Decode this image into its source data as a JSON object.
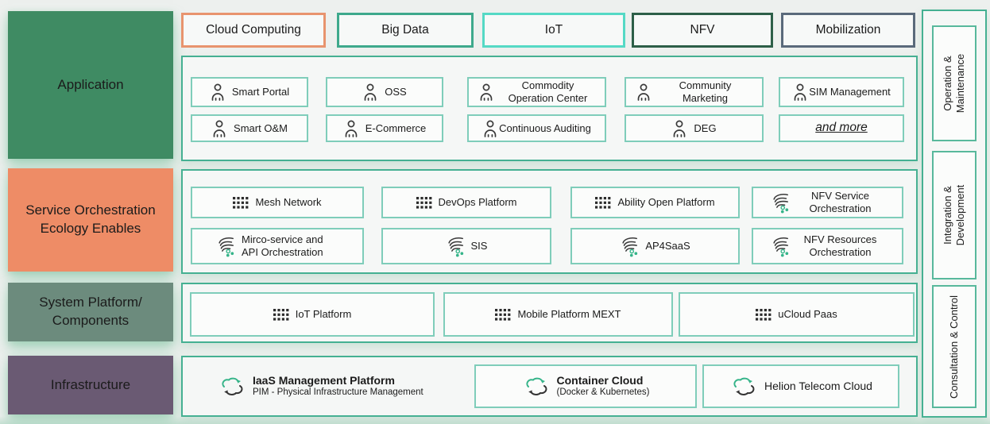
{
  "tags": [
    {
      "label": "Cloud Computing",
      "border_color": "#E8946E"
    },
    {
      "label": "Big Data",
      "border_color": "#3EA98C"
    },
    {
      "label": "IoT",
      "border_color": "#55D9C5"
    },
    {
      "label": "NFV",
      "border_color": "#2D5F48"
    },
    {
      "label": "Mobilization",
      "border_color": "#5A6A7B"
    }
  ],
  "sidebar": {
    "blocks": [
      {
        "label": "Application",
        "color": "#3F8B63"
      },
      {
        "label": "Service Orchestration Ecology Enables",
        "color": "#EE8C66"
      },
      {
        "label": "System Platform/ Components",
        "color": "#6C8B7D"
      },
      {
        "label": "Infrastructure",
        "color": "#6A5A73"
      }
    ]
  },
  "application": {
    "row1": [
      "Smart Portal",
      "OSS",
      "Commodity Operation Center",
      "Community Marketing",
      "SIM Management"
    ],
    "row2": [
      "Smart O&M",
      "E-Commerce",
      "Continuous Auditing",
      "DEG",
      "and more"
    ]
  },
  "service": {
    "row1": [
      "Mesh Network",
      "DevOps Platform",
      "Ability Open Platform",
      "NFV Service Orchestration"
    ],
    "row2": [
      "Mirco-service and API Orchestration",
      "SIS",
      "AP4SaaS",
      "NFV Resources Orchestration"
    ]
  },
  "system": {
    "items": [
      "IoT Platform",
      "Mobile Platform MEXT",
      "uCloud Paas"
    ]
  },
  "infrastructure": {
    "items": [
      {
        "title": "IaaS Management Platform",
        "subtitle": "PIM - Physical Infrastructure Management"
      },
      {
        "title": "Container Cloud",
        "subtitle": "(Docker & Kubernetes)"
      },
      {
        "title": "Helion Telecom Cloud"
      }
    ]
  },
  "right_rail": {
    "items": [
      "Operation & Maintenance",
      "Integration & Development",
      "Consultation & Control"
    ]
  },
  "icons": {
    "person": "person-icon",
    "grid": "app-grid-icon",
    "orchestration": "orchestration-waves-icon",
    "cloud_sync": "cloud-sync-icon"
  },
  "colors": {
    "section_border": "#45B092",
    "item_border": "#7FCDBA",
    "section_bg": "#f5f7f6",
    "item_bg": "#fbfcfb",
    "accent_green": "#35B489",
    "text": "#1b1b1b"
  }
}
